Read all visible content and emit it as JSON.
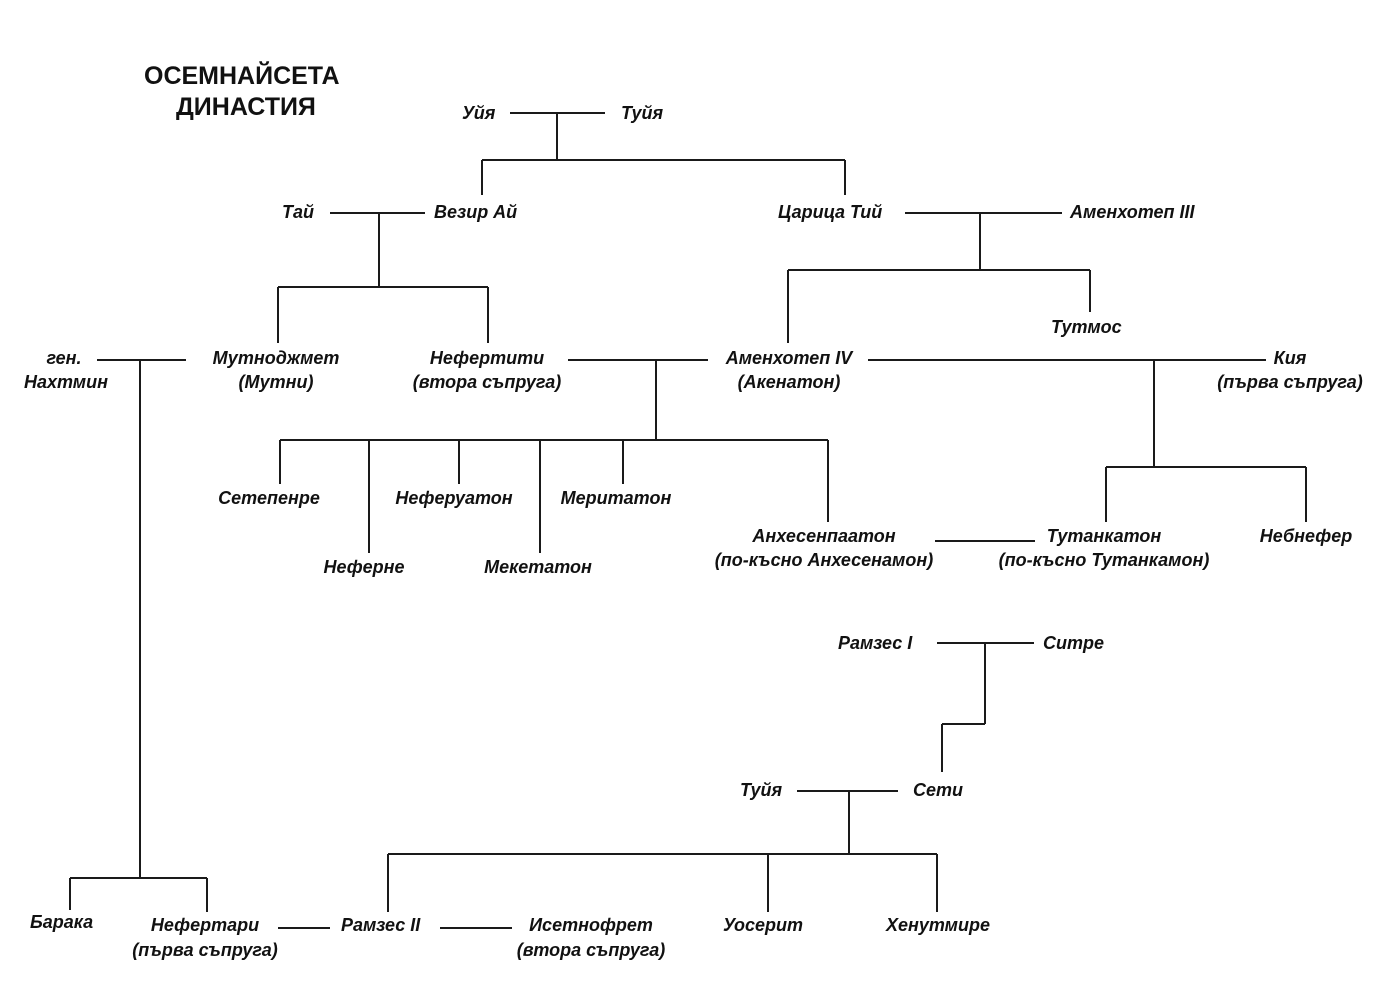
{
  "title": {
    "line1": "ОСЕМНАЙСЕТА",
    "line2": "ДИНАСТИЯ"
  },
  "people": {
    "uya": "Уйя",
    "tuya_top": "Туйя",
    "tai": "Тай",
    "vezir_ai": "Везир Ай",
    "tsaritsa_tii": "Царица Тий",
    "amenhotep3": "Аменхотеп III",
    "tutmos": "Тутмос",
    "nahtmin": {
      "line1": "ген.",
      "line2": "Нахтмин"
    },
    "mutnodjmet": {
      "line1": "Мутноджмет",
      "line2": "(Мутни)"
    },
    "nefertiti": {
      "line1": "Нефертити",
      "line2": "(втора съпруга)"
    },
    "amenhotep4": {
      "line1": "Аменхотеп IV",
      "line2": "(Акенатон)"
    },
    "kiya": {
      "line1": "Кия",
      "line2": "(първа съпруга)"
    },
    "setepenre": "Сетепенре",
    "neferne": "Неферне",
    "neferuaton": "Неферуатон",
    "meketaton": "Мекетатон",
    "meritaton": "Меритатон",
    "anhesenpaaton": {
      "line1": "Анхесенпаатон",
      "line2": "(по-късно Анхесенамон)"
    },
    "tutankaton": {
      "line1": "Тутанкатон",
      "line2": "(по-късно Тутанкамон)"
    },
    "nebnefer": "Небнефер",
    "ramzes1": "Рамзес I",
    "sitre": "Ситре",
    "tuya_low": "Туйя",
    "seti": "Сети",
    "baraka": "Барака",
    "nefertari": {
      "line1": "Нефертари",
      "line2": "(първа съпруга)"
    },
    "ramzes2": "Рамзес II",
    "isetnofret": {
      "line1": "Исетнофрет",
      "line2": "(втора съпруга)"
    },
    "userit": "Уосерит",
    "henutmire": "Хенутмире"
  }
}
